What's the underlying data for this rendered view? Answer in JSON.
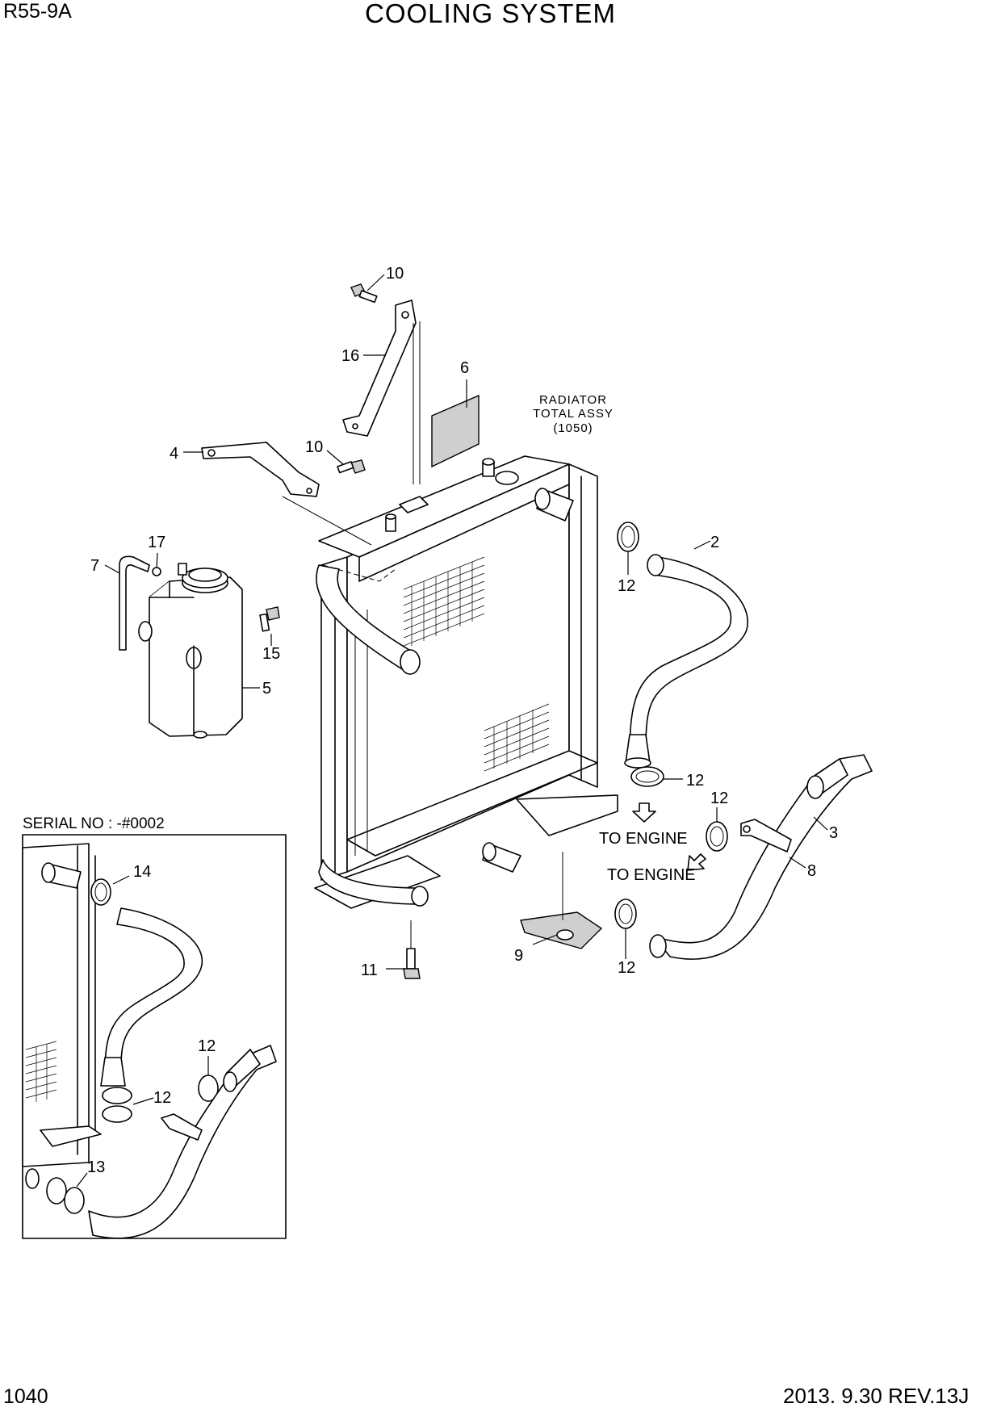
{
  "header": {
    "model": "R55-9A",
    "title": "COOLING SYSTEM"
  },
  "footer": {
    "page_number": "1040",
    "revision": "2013. 9.30  REV.13J"
  },
  "radiator_label": {
    "line1": "RADIATOR",
    "line2": "TOTAL ASSY",
    "line3": "(1050)"
  },
  "flow_labels": {
    "to_engine_1": "TO ENGINE",
    "to_engine_2": "TO ENGINE"
  },
  "inset": {
    "title": "SERIAL NO : -#0002"
  },
  "callouts": {
    "c10a": "10",
    "c16": "16",
    "c6": "6",
    "c4": "4",
    "c10b": "10",
    "c17": "17",
    "c7": "7",
    "c15": "15",
    "c5": "5",
    "c2": "2",
    "c12a": "12",
    "c12b": "12",
    "c12c": "12",
    "c3": "3",
    "c8": "8",
    "c9": "9",
    "c11": "11",
    "c12d": "12",
    "i14": "14",
    "i12a": "12",
    "i12b": "12",
    "i13": "13"
  }
}
